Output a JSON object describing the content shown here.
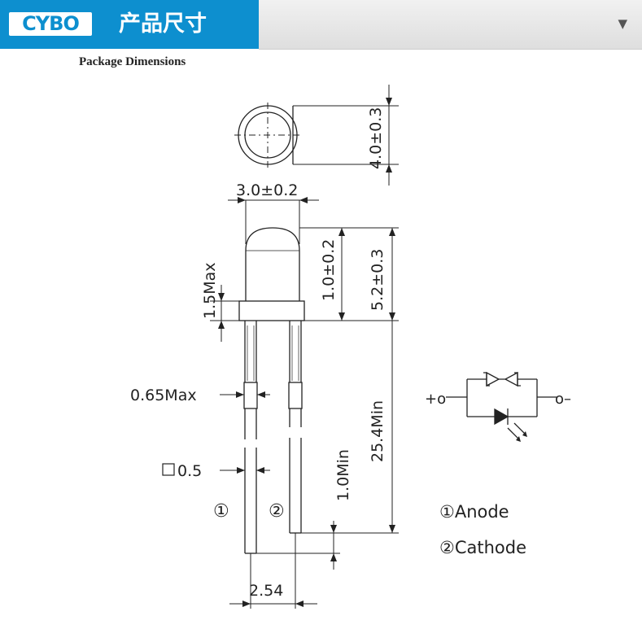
{
  "header": {
    "logo": "CYBO",
    "section_title": "产品尺寸",
    "dropdown_icon": "triangle-down-icon"
  },
  "drawing": {
    "title": "Package Dimensions",
    "dims": {
      "lens_diameter": "4.0±0.3",
      "body_width": "3.0±0.2",
      "dome_height": "1.0±0.2",
      "body_height": "5.2±0.3",
      "flange_height": "1.5Max",
      "lead_length": "25.4Min",
      "lead_width": "0.65Max",
      "lead_square": "0.5",
      "lead_spacing": "2.54",
      "lead_min": "1.0Min"
    },
    "pins": {
      "pin1_num": "①",
      "pin2_num": "②",
      "pin1": "①Anode",
      "pin2": "②Cathode"
    },
    "schematic": {
      "plus": "+o",
      "minus": "o–"
    }
  }
}
